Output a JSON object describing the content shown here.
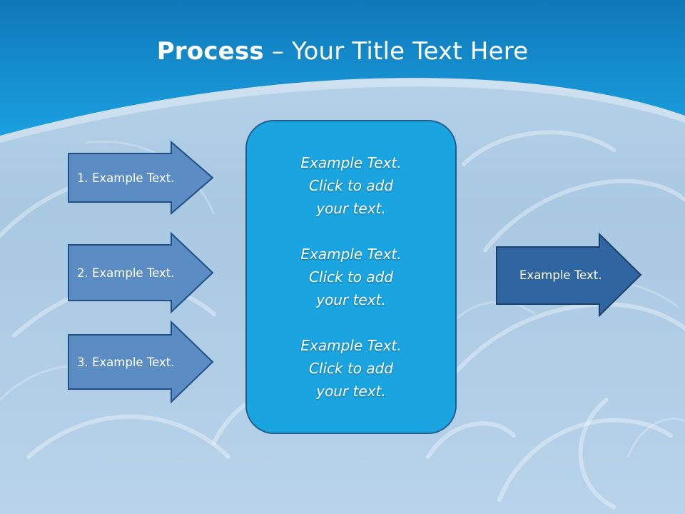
{
  "slide": {
    "title_bold": "Process",
    "title_rest": " – Your Title Text Here",
    "colors": {
      "header_blue": "#1597d6",
      "arrow_fill": "#5b8cc4",
      "arrow_dark": "#2f65a0",
      "center_box": "#1aa4e0",
      "border": "#1f5e8f"
    }
  },
  "left_arrows": [
    {
      "label": "1. Example Text."
    },
    {
      "label": "2. Example Text."
    },
    {
      "label": "3. Example Text."
    }
  ],
  "center_blocks": [
    {
      "line1": "Example Text.",
      "line2": "Click  to add",
      "line3": "your text."
    },
    {
      "line1": "Example Text.",
      "line2": "Click  to add",
      "line3": "your text."
    },
    {
      "line1": "Example Text.",
      "line2": "Click  to add",
      "line3": "your text."
    }
  ],
  "right_arrow": {
    "label": "Example Text."
  }
}
